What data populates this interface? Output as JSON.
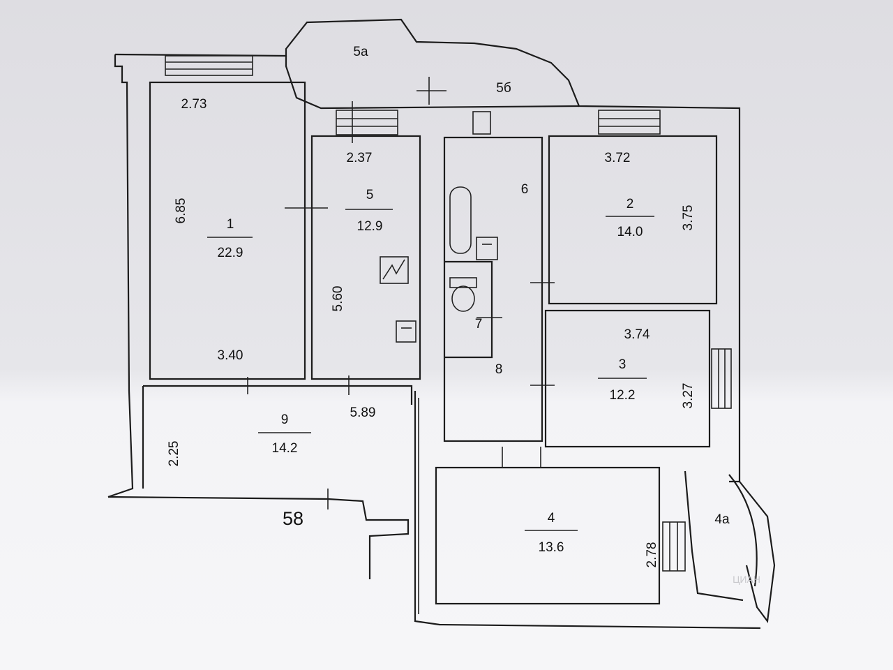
{
  "plan": {
    "house_number": "58",
    "rooms": [
      {
        "id": "1",
        "area": "22.9"
      },
      {
        "id": "2",
        "area": "14.0"
      },
      {
        "id": "3",
        "area": "12.2"
      },
      {
        "id": "4",
        "area": "13.6"
      },
      {
        "id": "5",
        "area": "12.9"
      },
      {
        "id": "9",
        "area": "14.2"
      }
    ],
    "labels": {
      "r4a": "4а",
      "r5a": "5а",
      "r5b": "5б",
      "r6": "6",
      "r7": "7",
      "r8": "8"
    },
    "dims": {
      "d273": "2.73",
      "d237": "2.37",
      "d372": "3.72",
      "d685": "6.85",
      "d375": "3.75",
      "d560": "5.60",
      "d374": "3.74",
      "d340": "3.40",
      "d327": "3.27",
      "d589": "5.89",
      "d225": "2.25",
      "d278": "2.78"
    },
    "watermark": "ЦИАН"
  }
}
